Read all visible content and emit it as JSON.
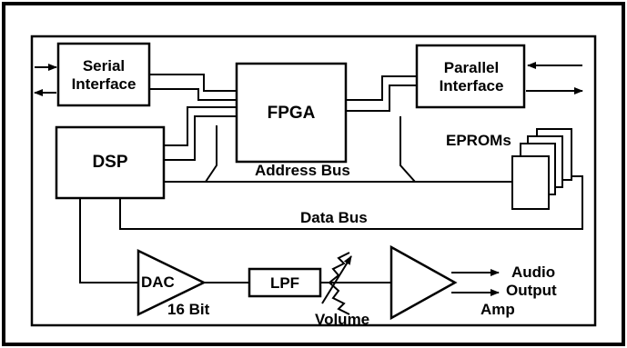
{
  "diagram": {
    "blocks": {
      "serial": {
        "line1": "Serial",
        "line2": "Interface"
      },
      "fpga": {
        "label": "FPGA"
      },
      "parallel": {
        "line1": "Parallel",
        "line2": "Interface"
      },
      "dsp": {
        "label": "DSP"
      },
      "eproms": {
        "label": "EPROMs"
      },
      "dac": {
        "label": "DAC",
        "sublabel": "16 Bit"
      },
      "lpf": {
        "label": "LPF"
      },
      "volume": {
        "label": "Volume"
      },
      "amp": {
        "label": "Amp"
      }
    },
    "buses": {
      "address": "Address Bus",
      "data": "Data Bus"
    },
    "output": {
      "line1": "Audio",
      "line2": "Output"
    }
  }
}
